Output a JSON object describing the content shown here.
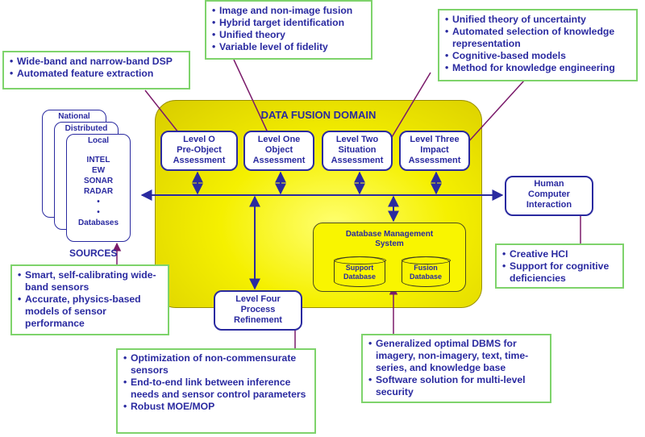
{
  "domain": {
    "title": "DATA FUSION DOMAIN"
  },
  "levels": [
    {
      "l1": "Level O",
      "l2": "Pre-Object",
      "l3": "Assessment"
    },
    {
      "l1": "Level One",
      "l2": "Object",
      "l3": "Assessment"
    },
    {
      "l1": "Level Two",
      "l2": "Situation",
      "l3": "Assessment"
    },
    {
      "l1": "Level Three",
      "l2": "Impact",
      "l3": "Assessment"
    }
  ],
  "level_four": {
    "l1": "Level Four",
    "l2": "Process",
    "l3": "Refinement"
  },
  "dbms": {
    "title_l1": "Database Management",
    "title_l2": "System",
    "support": {
      "l1": "Support",
      "l2": "Database"
    },
    "fusion": {
      "l1": "Fusion",
      "l2": "Database"
    }
  },
  "hci": {
    "l1": "Human",
    "l2": "Computer",
    "l3": "Interaction"
  },
  "sources": {
    "card_national": "National",
    "card_distributed": "Distributed",
    "card_local": "Local",
    "items": [
      "INTEL",
      "EW",
      "SONAR",
      "RADAR",
      "•",
      "•",
      "Databases"
    ],
    "caption": "SOURCES"
  },
  "notes": {
    "dsp": [
      "Wide-band and narrow-band DSP",
      "Automated feature extraction"
    ],
    "fusion": [
      "Image and non-image fusion",
      "Hybrid target identification",
      "Unified theory",
      "Variable level of fidelity"
    ],
    "uncertainty": [
      "Unified theory of uncertainty",
      "Automated selection of knowledge representation",
      "Cognitive-based models",
      "Method for knowledge engineering"
    ],
    "sensors": [
      "Smart, self-calibrating wide-band sensors",
      "Accurate, physics-based models of sensor performance"
    ],
    "hci": [
      "Creative HCI",
      "Support for cognitive deficiencies"
    ],
    "process": [
      "Optimization of non-commensurate sensors",
      "End-to-end link between inference needs and sensor control parameters",
      "Robust MOE/MOP"
    ],
    "dbms": [
      "Generalized optimal DBMS for imagery, non-imagery, text, time-series, and knowledge base",
      "Software solution for multi-level security"
    ]
  },
  "colors": {
    "ink": "#2a2aa0",
    "note_border": "#7ed36b",
    "domain_fill": "#f5f000",
    "pointer": "#7a1a6a"
  }
}
